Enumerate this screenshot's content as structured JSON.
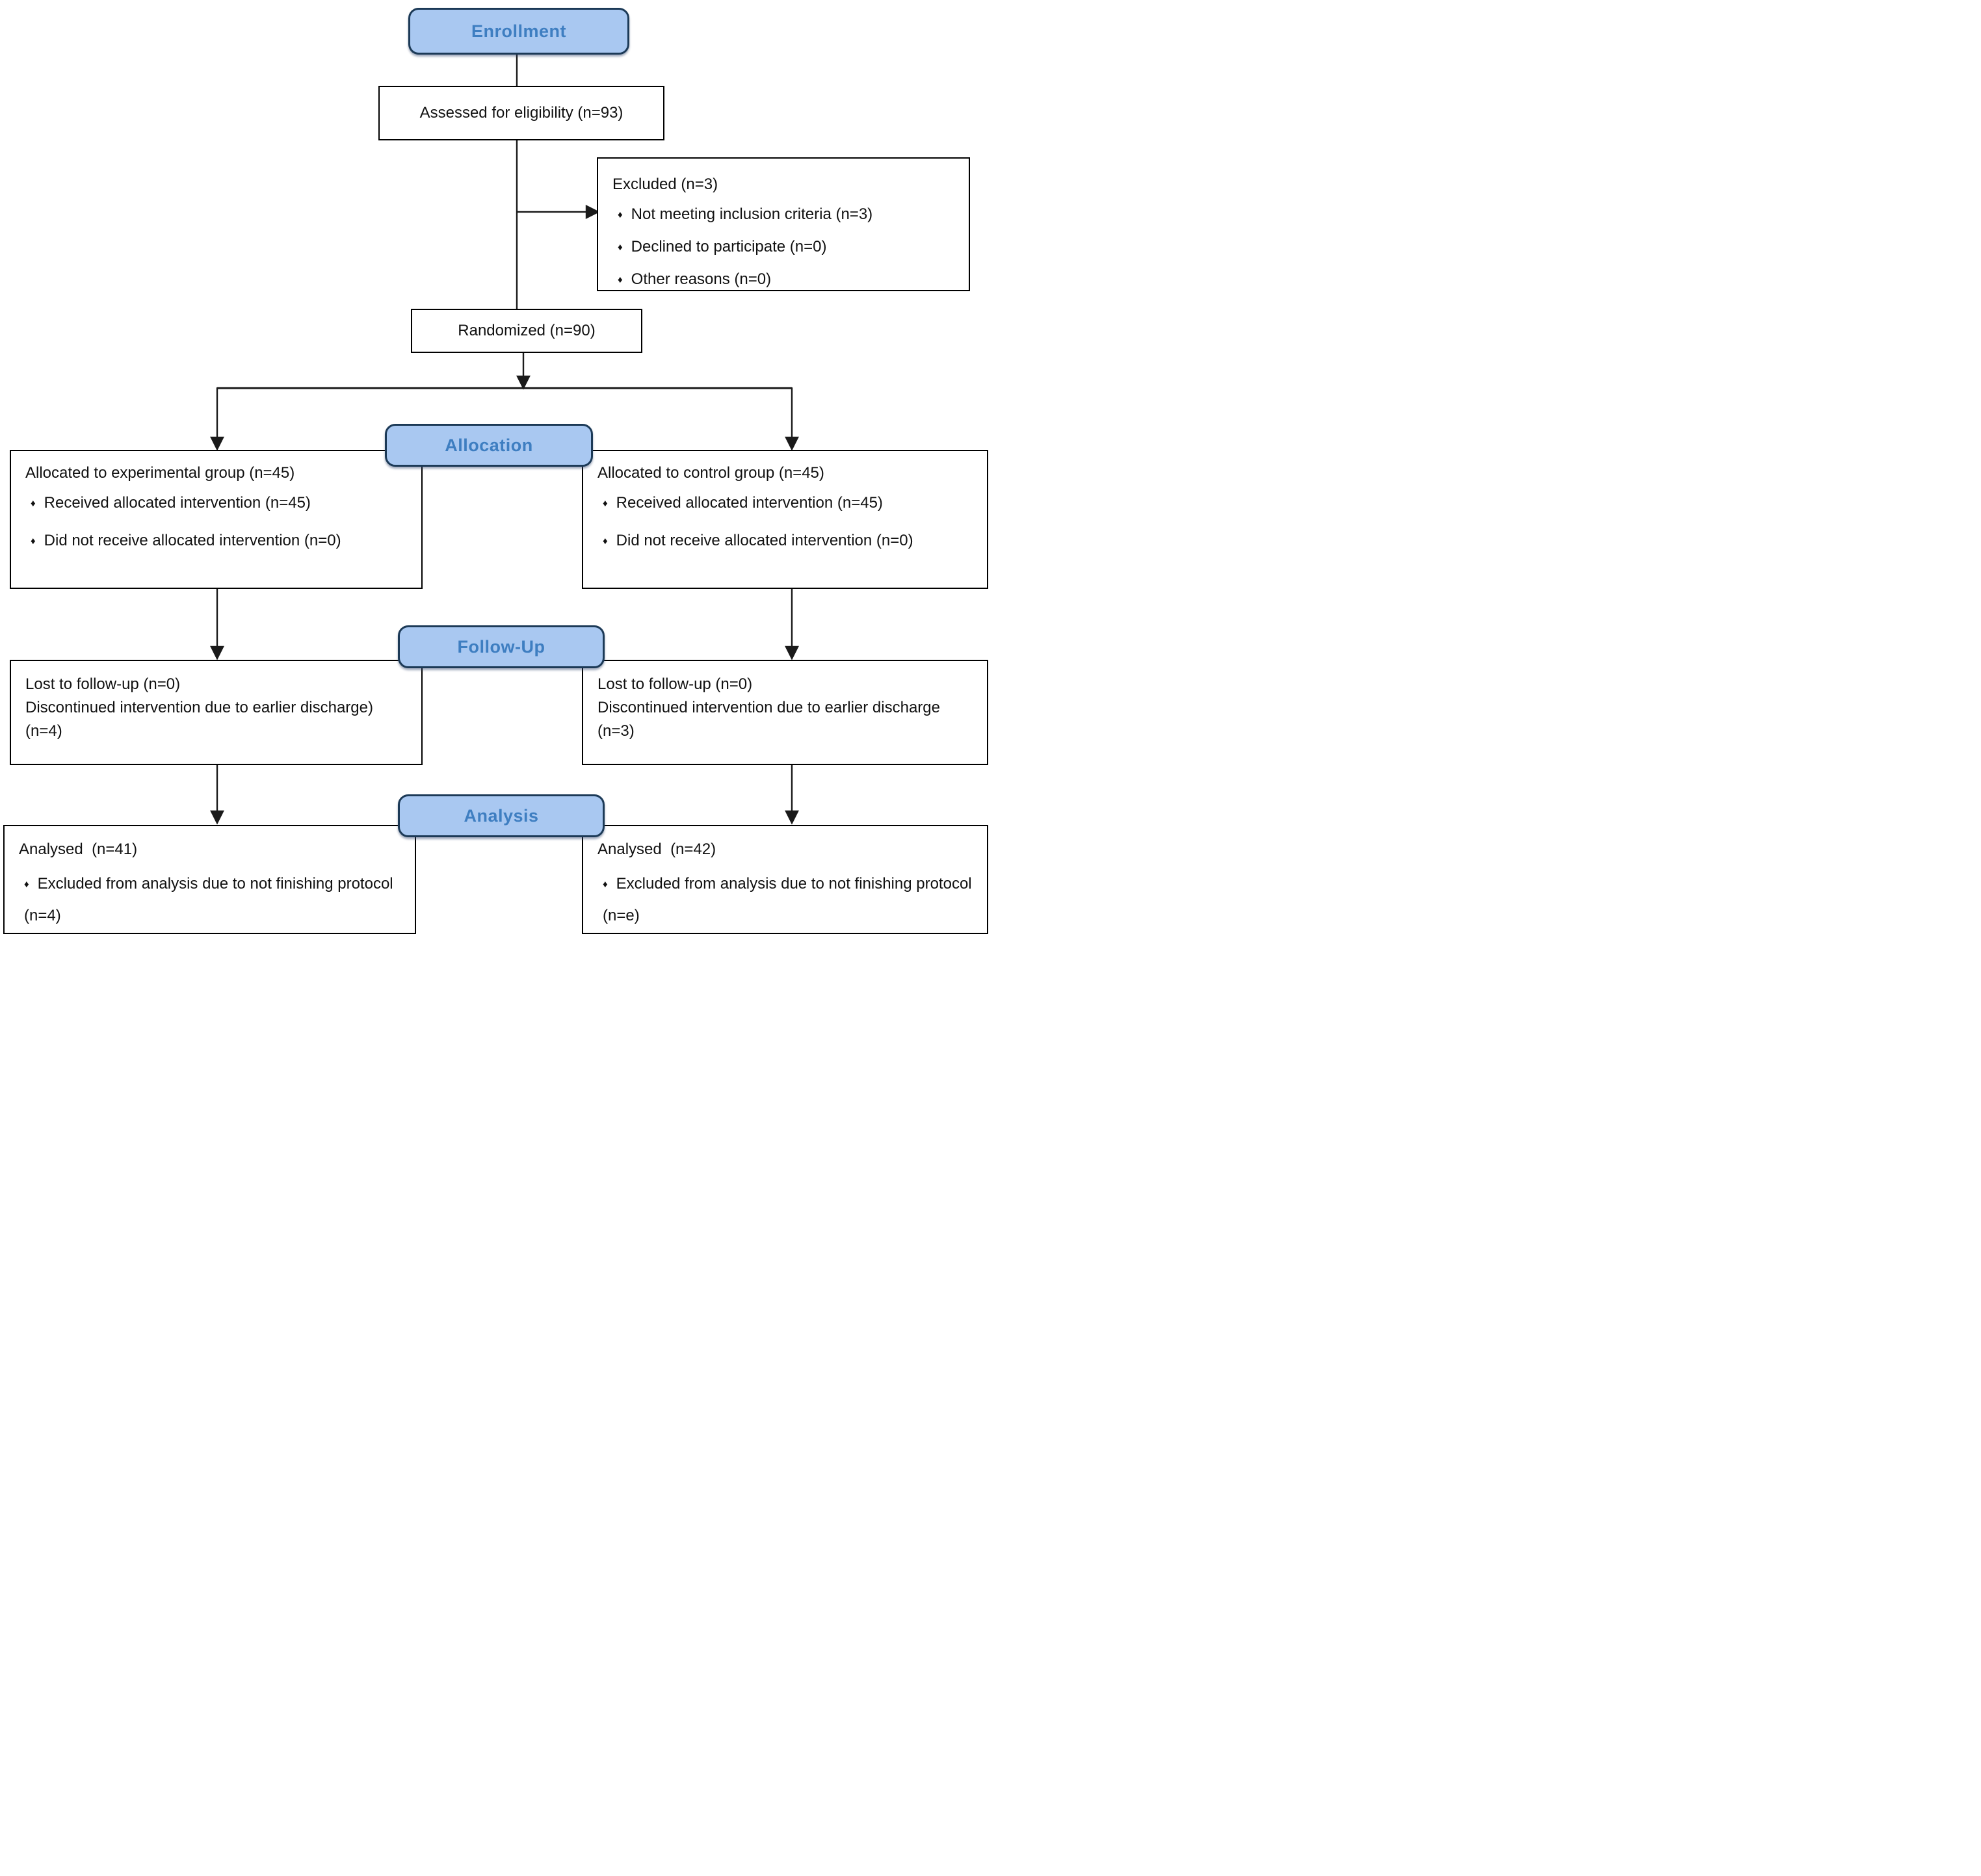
{
  "diagram": {
    "title": "CONSORT participant flow diagram",
    "bullet_glyph": "♦",
    "colors": {
      "badge_fill": "#a9c8f1",
      "badge_border": "#1c3a57",
      "badge_text": "#3e7ec1",
      "box_border": "#000000",
      "line": "#1a1a1a"
    },
    "badges": {
      "enrollment": "Enrollment",
      "allocation": "Allocation",
      "followup": "Follow-Up",
      "analysis": "Analysis"
    },
    "boxes": {
      "assessed": {
        "text": "Assessed for eligibility (n=93)"
      },
      "excluded": {
        "title": "Excluded (n=3)",
        "items": [
          "Not meeting inclusion criteria (n=3)",
          "Declined to participate (n=0)",
          "Other reasons (n=0)"
        ]
      },
      "randomized": {
        "text": "Randomized (n=90)"
      },
      "alloc_left": {
        "title": "Allocated to experimental group (n=45)",
        "items": [
          "Received allocated intervention (n=45)",
          "Did not receive allocated intervention (n=0)"
        ]
      },
      "alloc_right": {
        "title": "Allocated to control group (n=45)",
        "items": [
          "Received allocated intervention (n=45)",
          "Did not receive allocated intervention (n=0)"
        ]
      },
      "followup_left": {
        "line1": "Lost to follow-up (n=0)",
        "line2": "Discontinued intervention due to earlier discharge) (n=4)"
      },
      "followup_right": {
        "line1": "Lost to follow-up (n=0)",
        "line2": "Discontinued intervention due to earlier discharge (n=3)"
      },
      "analysis_left": {
        "title": "Analysed  (n=41)",
        "items": [
          "Excluded from analysis due to not finishing protocol (n=4)"
        ]
      },
      "analysis_right": {
        "title": "Analysed  (n=42)",
        "items": [
          "Excluded from analysis due to not finishing protocol (n=e)"
        ]
      }
    }
  }
}
